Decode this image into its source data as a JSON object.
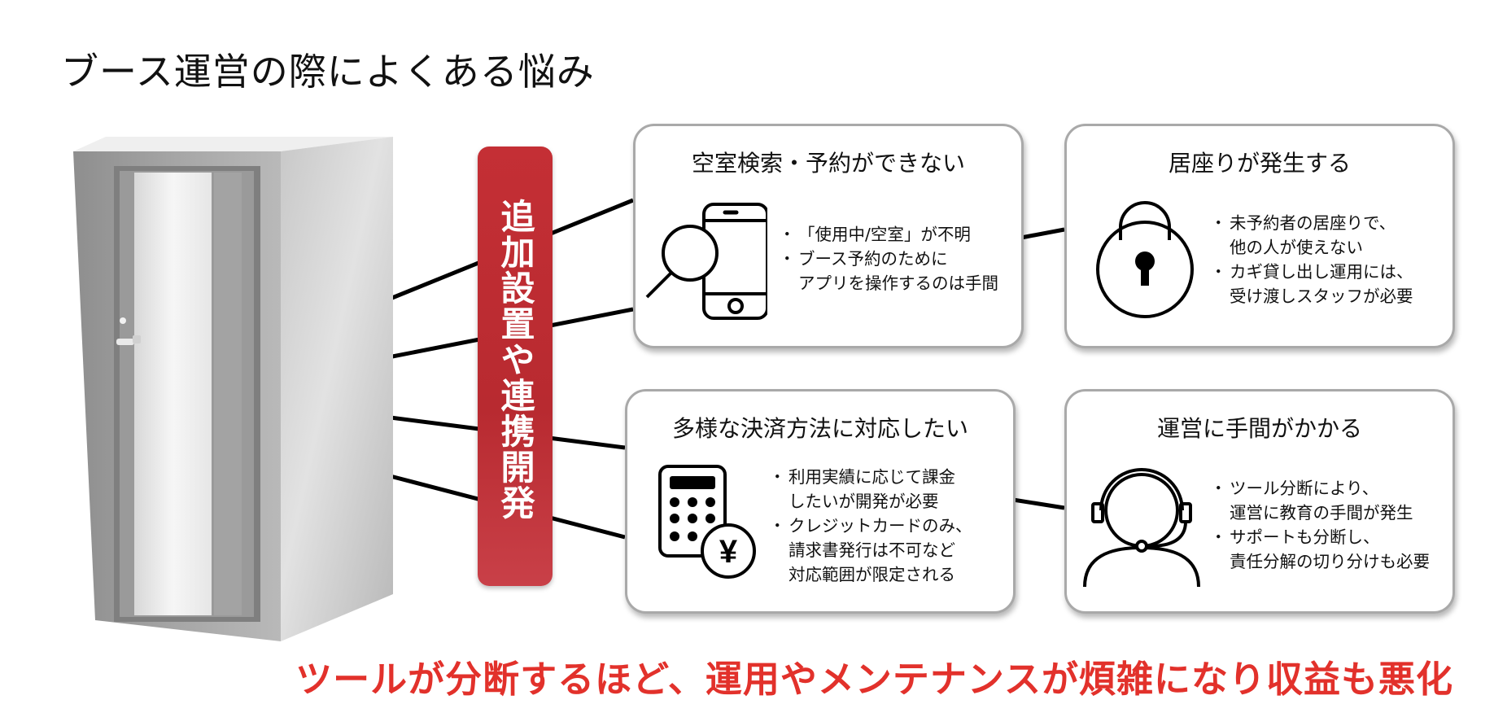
{
  "title": "ブース運営の際によくある悩み",
  "badge": {
    "text": "追加設置や連携開発",
    "color": "#c0323a"
  },
  "cards": [
    {
      "title": "空室検索・予約ができない",
      "icon": "smartphone-magnifier-icon",
      "bullets": [
        {
          "lines": [
            "「使用中/空室」が不明"
          ]
        },
        {
          "lines": [
            "ブース予約のために",
            "アプリを操作するのは手間"
          ]
        }
      ]
    },
    {
      "title": "居座りが発生する",
      "icon": "padlock-icon",
      "bullets": [
        {
          "lines": [
            "未予約者の居座りで、",
            "他の人が使えない"
          ]
        },
        {
          "lines": [
            "カギ貸し出し運用には、",
            "受け渡しスタッフが必要"
          ]
        }
      ]
    },
    {
      "title": "多様な決済方法に対応したい",
      "icon": "calculator-yen-icon",
      "bullets": [
        {
          "lines": [
            "利用実績に応じて課金",
            "したいが開発が必要"
          ]
        },
        {
          "lines": [
            "クレジットカードのみ、",
            "請求書発行は不可など",
            "対応範囲が限定される"
          ]
        }
      ]
    },
    {
      "title": "運営に手間がかかる",
      "icon": "headset-operator-icon",
      "bullets": [
        {
          "lines": [
            "ツール分断により、",
            "運営に教育の手間が発生"
          ]
        },
        {
          "lines": [
            "サポートも分断し、",
            "責任分解の切り分けも必要"
          ]
        }
      ]
    }
  ],
  "booth": {
    "icon": "booth-unit-image"
  },
  "conclusion": "ツールが分断するほど、運用やメンテナンスが煩雑になり収益も悪化",
  "colors": {
    "accent_red": "#e2312b",
    "card_border": "#a9a9a9"
  }
}
